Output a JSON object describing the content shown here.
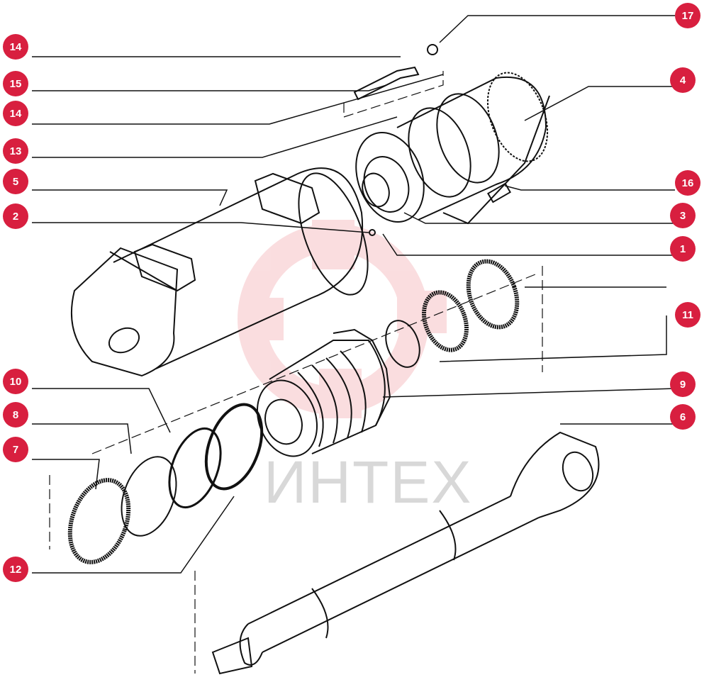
{
  "callouts": [
    {
      "id": "callout-17",
      "label": "17"
    },
    {
      "id": "callout-14-top",
      "label": "14"
    },
    {
      "id": "callout-15",
      "label": "15"
    },
    {
      "id": "callout-14-mid",
      "label": "14"
    },
    {
      "id": "callout-13",
      "label": "13"
    },
    {
      "id": "callout-5",
      "label": "5"
    },
    {
      "id": "callout-2",
      "label": "2"
    },
    {
      "id": "callout-4",
      "label": "4"
    },
    {
      "id": "callout-16",
      "label": "16"
    },
    {
      "id": "callout-3",
      "label": "3"
    },
    {
      "id": "callout-1",
      "label": "1"
    },
    {
      "id": "callout-11",
      "label": "11"
    },
    {
      "id": "callout-9",
      "label": "9"
    },
    {
      "id": "callout-10",
      "label": "10"
    },
    {
      "id": "callout-8",
      "label": "8"
    },
    {
      "id": "callout-7",
      "label": "7"
    },
    {
      "id": "callout-6",
      "label": "6"
    },
    {
      "id": "callout-12",
      "label": "12"
    }
  ],
  "watermark": {
    "text": "ИНТЕХ"
  },
  "colors": {
    "badge": "#d81f3f",
    "line": "#111111",
    "watermark": "#f2c7c9"
  }
}
